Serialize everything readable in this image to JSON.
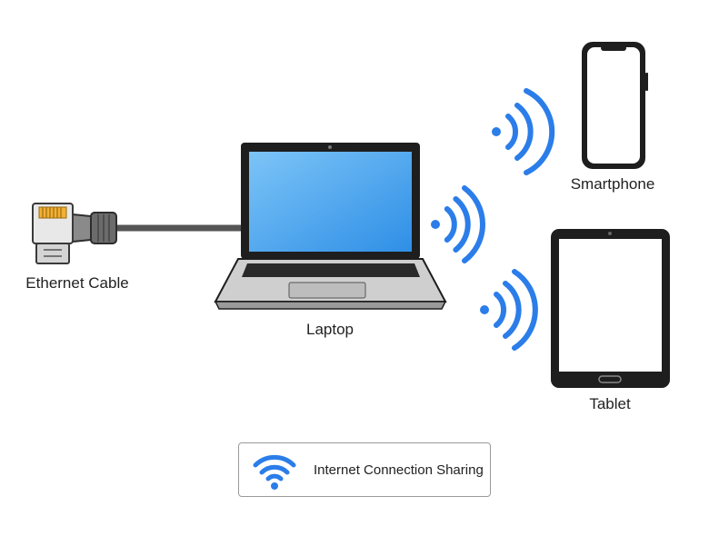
{
  "labels": {
    "ethernet": "Ethernet Cable",
    "laptop": "Laptop",
    "smartphone": "Smartphone",
    "tablet": "Tablet"
  },
  "legend": {
    "text": "Internet Connection Sharing",
    "icon": "wifi-icon"
  },
  "colors": {
    "wifi": "#2b7de9",
    "screen": "#4aa3f0",
    "outline": "#1e1e1e",
    "cable": "#555555"
  }
}
